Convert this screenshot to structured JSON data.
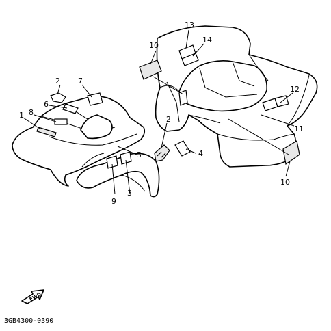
{
  "diagram": {
    "callouts": {
      "c1": "1",
      "c2a": "2",
      "c2b": "2",
      "c3": "3",
      "c4": "4",
      "c5": "5",
      "c6": "6",
      "c7": "7",
      "c8": "8",
      "c9": "9",
      "c10a": "10",
      "c10b": "10",
      "c11": "11",
      "c12": "12",
      "c13": "13",
      "c14": "14"
    },
    "fwd_label": "FWD",
    "part_code": "3GB4300-0390"
  }
}
